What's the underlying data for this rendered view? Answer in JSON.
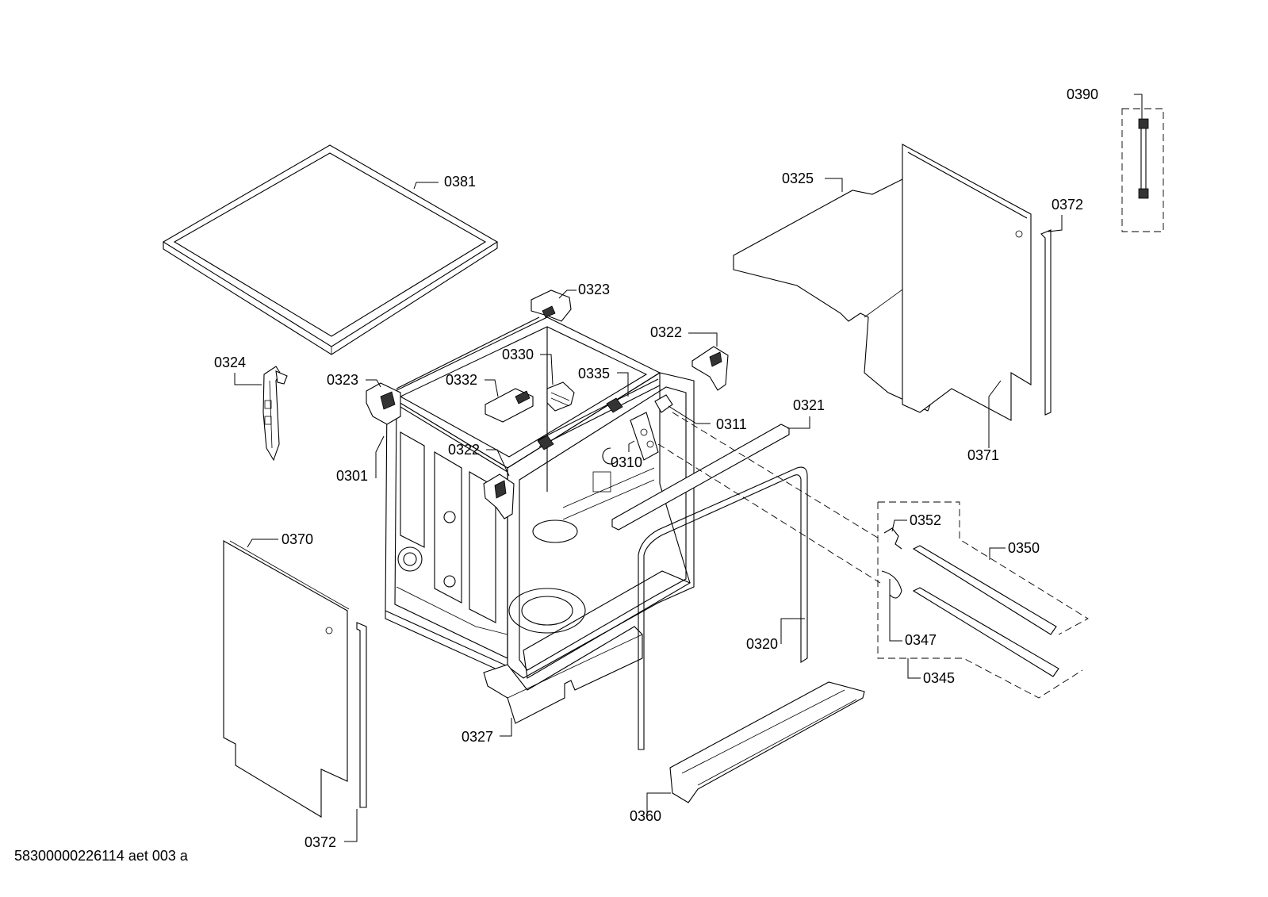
{
  "diagram": {
    "title": "Dishwasher body / housing exploded view",
    "document_id": "58300000226114 aet 003 a",
    "callouts": [
      {
        "id": "c0390",
        "label": "0390"
      },
      {
        "id": "c0381",
        "label": "0381"
      },
      {
        "id": "c0325",
        "label": "0325"
      },
      {
        "id": "c0372a",
        "label": "0372"
      },
      {
        "id": "c0323a",
        "label": "0323"
      },
      {
        "id": "c0322a",
        "label": "0322"
      },
      {
        "id": "c0324",
        "label": "0324"
      },
      {
        "id": "c0330",
        "label": "0330"
      },
      {
        "id": "c0323b",
        "label": "0323"
      },
      {
        "id": "c0332",
        "label": "0332"
      },
      {
        "id": "c0335",
        "label": "0335"
      },
      {
        "id": "c0311",
        "label": "0311"
      },
      {
        "id": "c0321",
        "label": "0321"
      },
      {
        "id": "c0371",
        "label": "0371"
      },
      {
        "id": "c0322b",
        "label": "0322"
      },
      {
        "id": "c0310",
        "label": "0310"
      },
      {
        "id": "c0301",
        "label": "0301"
      },
      {
        "id": "c0352",
        "label": "0352"
      },
      {
        "id": "c0370",
        "label": "0370"
      },
      {
        "id": "c0350",
        "label": "0350"
      },
      {
        "id": "c0347",
        "label": "0347"
      },
      {
        "id": "c0320",
        "label": "0320"
      },
      {
        "id": "c0345",
        "label": "0345"
      },
      {
        "id": "c0327",
        "label": "0327"
      },
      {
        "id": "c0360",
        "label": "0360"
      },
      {
        "id": "c0372b",
        "label": "0372"
      }
    ]
  }
}
